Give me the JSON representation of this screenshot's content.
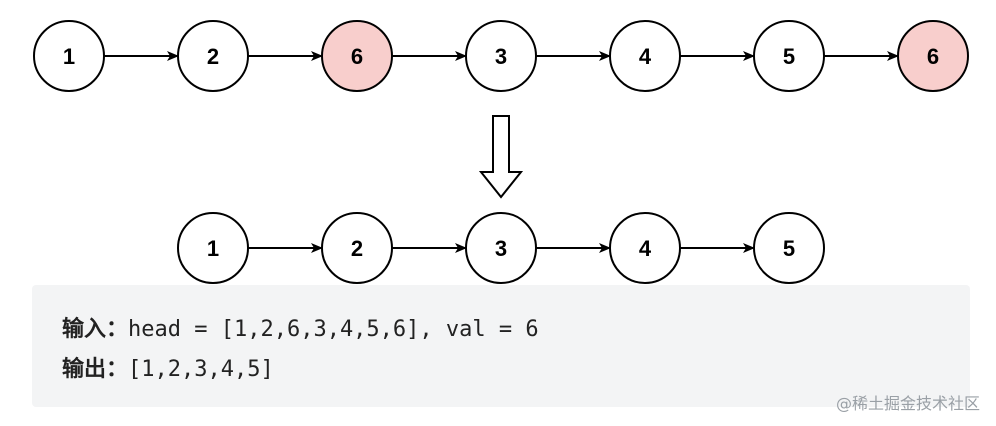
{
  "diagram": {
    "before_nodes": [
      {
        "label": "1",
        "highlight": false
      },
      {
        "label": "2",
        "highlight": false
      },
      {
        "label": "6",
        "highlight": true
      },
      {
        "label": "3",
        "highlight": false
      },
      {
        "label": "4",
        "highlight": false
      },
      {
        "label": "5",
        "highlight": false
      },
      {
        "label": "6",
        "highlight": true
      }
    ],
    "after_nodes": [
      {
        "label": "1",
        "highlight": false
      },
      {
        "label": "2",
        "highlight": false
      },
      {
        "label": "3",
        "highlight": false
      },
      {
        "label": "4",
        "highlight": false
      },
      {
        "label": "5",
        "highlight": false
      }
    ],
    "colors": {
      "node_fill": "#ffffff",
      "node_highlight_fill": "#f8cecc",
      "stroke": "#000000"
    }
  },
  "example": {
    "input_label": "输入：",
    "input_text": "head = [1,2,6,3,4,5,6], val = 6",
    "output_label": "输出：",
    "output_text": "[1,2,3,4,5]"
  },
  "watermark": "@稀土掘金技术社区"
}
